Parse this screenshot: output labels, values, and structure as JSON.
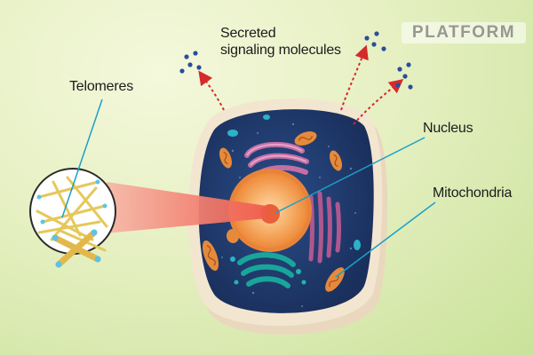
{
  "labels": {
    "secreted_line1": "Secreted",
    "secreted_line2": "signaling molecules",
    "telomeres": "Telomeres",
    "nucleus": "Nucleus",
    "mitochondria": "Mitochondria"
  },
  "watermark": "PLATFORM",
  "colors": {
    "background": "#dfedb5",
    "cytoplasm": "#1f3a6e",
    "membrane": "#efe2c9",
    "nucleus": "#f39b44",
    "nucleolus": "#e8603a",
    "mitochondria": "#e58a3b",
    "golgi": "#18a69b",
    "er": "#b0578e",
    "pointer_line": "#1aa0c8",
    "arrow": "#d42b2b",
    "molecules": "#2b4d9c",
    "telomere_fibers": "#e5c85a"
  }
}
